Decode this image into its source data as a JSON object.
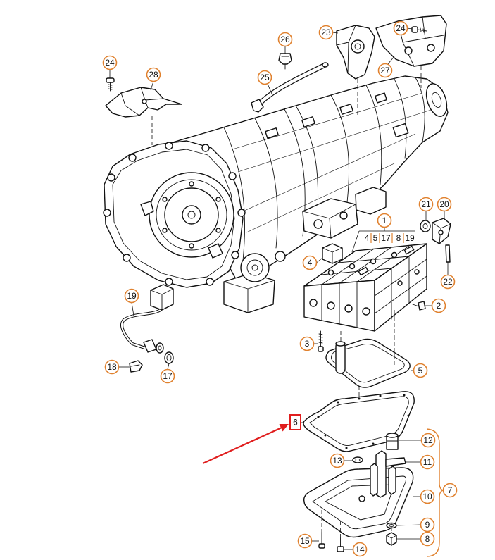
{
  "callouts": [
    "24",
    "28",
    "26",
    "25",
    "23",
    "24",
    "27",
    "21",
    "20",
    "22",
    "4",
    "2",
    "3",
    "5",
    "19",
    "18",
    "17",
    "12",
    "13",
    "11",
    "7",
    "10",
    "9",
    "8",
    "15",
    "14"
  ],
  "group_1": {
    "label": "1",
    "parts": [
      "4",
      "5",
      "17",
      "8",
      "19"
    ]
  },
  "highlighted_callout": "6",
  "colors": {
    "callout_ring": "#e0812e",
    "highlight": "#e01e1e",
    "line_art": "#111111",
    "background": "#ffffff"
  }
}
